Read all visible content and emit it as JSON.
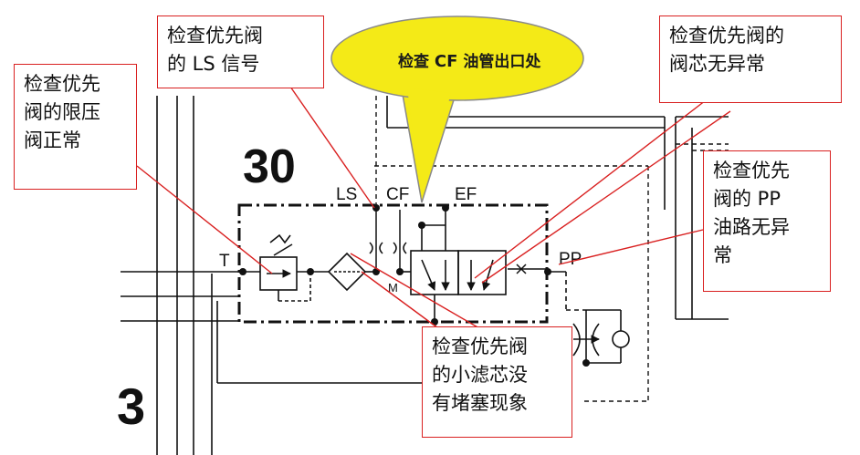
{
  "callouts": {
    "ls_signal": "检查优先阀\n的 LS 信号",
    "relief_valve": "检查优先\n阀的限压\n阀正常",
    "valve_core": "检查优先阀的\n阀芯无异常",
    "pp_line": "检查优先\n阀的 PP\n油路无异\n常",
    "filter": "检查优先阀\n的小滤芯没\n有堵塞现象"
  },
  "bubble": {
    "prefix": "检查 ",
    "emph": "CF",
    "suffix": " 油管出口处"
  },
  "diagram": {
    "block_number": "30",
    "side_number": "3",
    "ports": {
      "ls": "LS",
      "cf": "CF",
      "ef": "EF",
      "pp": "PP",
      "t": "T",
      "m": "M"
    }
  },
  "colors": {
    "callout_border": "#d92020",
    "leader_line": "#d92020",
    "bubble_fill": "#f4ea17",
    "bubble_border": "#8a8a8a",
    "line": "#111111"
  }
}
